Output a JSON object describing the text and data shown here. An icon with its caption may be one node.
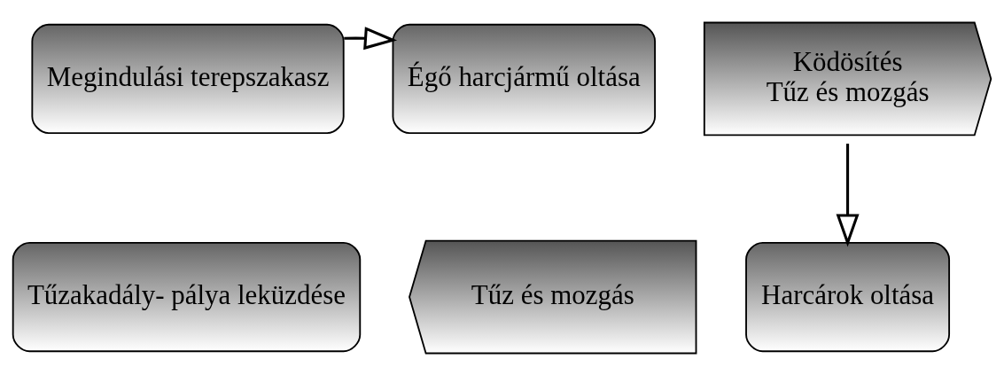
{
  "diagram": {
    "nodes": [
      {
        "text": [
          "Megindulási terepszakasz"
        ]
      },
      {
        "text": [
          "Égő harcjármű oltása"
        ]
      },
      {
        "text": [
          "Ködösítés",
          "Tűz és mozgás"
        ]
      },
      {
        "text": [
          "Harcárok oltása"
        ]
      },
      {
        "text": [
          "Tűz és mozgás"
        ]
      },
      {
        "text": [
          "Tűzakadály- pálya leküzdése"
        ]
      }
    ],
    "edges": [
      {
        "from": 0,
        "to": 1,
        "arrow": "to"
      },
      {
        "from": 2,
        "to": 3,
        "arrow": "to"
      }
    ]
  }
}
